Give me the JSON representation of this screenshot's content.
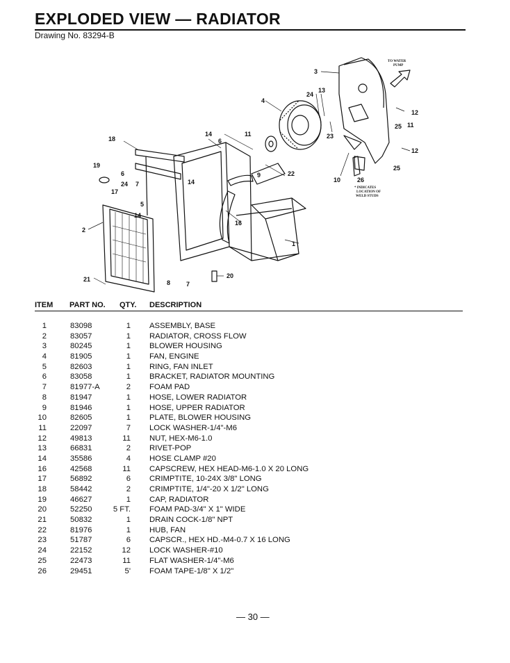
{
  "page": {
    "title": "EXPLODED VIEW — RADIATOR",
    "drawing_no": "Drawing No. 83294-B",
    "page_number": "— 30 —"
  },
  "diagram": {
    "callouts": [
      "3",
      "4",
      "24",
      "13",
      "23",
      "12",
      "25",
      "11",
      "12",
      "25",
      "10",
      "26",
      "18",
      "14",
      "6",
      "11",
      "19",
      "6",
      "24",
      "17",
      "7",
      "5",
      "14",
      "22",
      "9",
      "16",
      "2",
      "14",
      "1",
      "21",
      "8",
      "7",
      "20"
    ],
    "notes": {
      "to_water_pump": [
        "TO WATER",
        "PUMP"
      ],
      "weld_studs": [
        "* INDICATES",
        "LOCATION OF",
        "WELD STUDS"
      ]
    }
  },
  "table": {
    "headers": {
      "item": "ITEM",
      "part_no": "PART NO.",
      "qty": "QTY.",
      "description": "DESCRIPTION"
    },
    "rows": [
      {
        "item": "1",
        "part": "83098",
        "qty": "1",
        "desc": "ASSEMBLY, BASE"
      },
      {
        "item": "2",
        "part": "83057",
        "qty": "1",
        "desc": "RADIATOR, CROSS FLOW"
      },
      {
        "item": "3",
        "part": "80245",
        "qty": "1",
        "desc": "BLOWER HOUSING"
      },
      {
        "item": "4",
        "part": "81905",
        "qty": "1",
        "desc": "FAN, ENGINE"
      },
      {
        "item": "5",
        "part": "82603",
        "qty": "1",
        "desc": "RING, FAN INLET"
      },
      {
        "item": "6",
        "part": "83058",
        "qty": "1",
        "desc": "BRACKET, RADIATOR MOUNTING"
      },
      {
        "item": "7",
        "part": "81977-A",
        "qty": "2",
        "desc": "FOAM PAD"
      },
      {
        "item": "8",
        "part": "81947",
        "qty": "1",
        "desc": "HOSE, LOWER RADIATOR"
      },
      {
        "item": "9",
        "part": "81946",
        "qty": "1",
        "desc": "HOSE, UPPER RADIATOR"
      },
      {
        "item": "10",
        "part": "82605",
        "qty": "1",
        "desc": "PLATE, BLOWER HOUSING"
      },
      {
        "item": "11",
        "part": "22097",
        "qty": "7",
        "desc": "LOCK WASHER-1/4\"-M6"
      },
      {
        "item": "12",
        "part": "49813",
        "qty": "11",
        "desc": "NUT, HEX-M6-1.0"
      },
      {
        "item": "13",
        "part": "66831",
        "qty": "2",
        "desc": "RIVET-POP"
      },
      {
        "item": "14",
        "part": "35586",
        "qty": "4",
        "desc": "HOSE CLAMP #20"
      },
      {
        "item": "16",
        "part": "42568",
        "qty": "11",
        "desc": "CAPSCREW, HEX HEAD-M6-1.0 X 20 LONG"
      },
      {
        "item": "17",
        "part": "56892",
        "qty": "6",
        "desc": "CRIMPTITE, 10-24X 3/8\" LONG"
      },
      {
        "item": "18",
        "part": "58442",
        "qty": "2",
        "desc": "CRIMPTITE, 1/4\"-20 X 1/2\" LONG"
      },
      {
        "item": "19",
        "part": "46627",
        "qty": "1",
        "desc": "CAP, RADIATOR"
      },
      {
        "item": "20",
        "part": "52250",
        "qty": "5 FT.",
        "desc": "FOAM PAD-3/4\" X 1\" WIDE"
      },
      {
        "item": "21",
        "part": "50832",
        "qty": "1",
        "desc": "DRAIN COCK-1/8\" NPT"
      },
      {
        "item": "22",
        "part": "81976",
        "qty": "1",
        "desc": "HUB, FAN"
      },
      {
        "item": "23",
        "part": "51787",
        "qty": "6",
        "desc": "CAPSCR., HEX HD.-M4-0.7 X 16 LONG"
      },
      {
        "item": "24",
        "part": "22152",
        "qty": "12",
        "desc": "LOCK WASHER-#10"
      },
      {
        "item": "25",
        "part": "22473",
        "qty": "11",
        "desc": "FLAT WASHER-1/4\"-M6"
      },
      {
        "item": "26",
        "part": "29451",
        "qty": "5'",
        "desc": "FOAM TAPE-1/8\" X 1/2\""
      }
    ]
  }
}
